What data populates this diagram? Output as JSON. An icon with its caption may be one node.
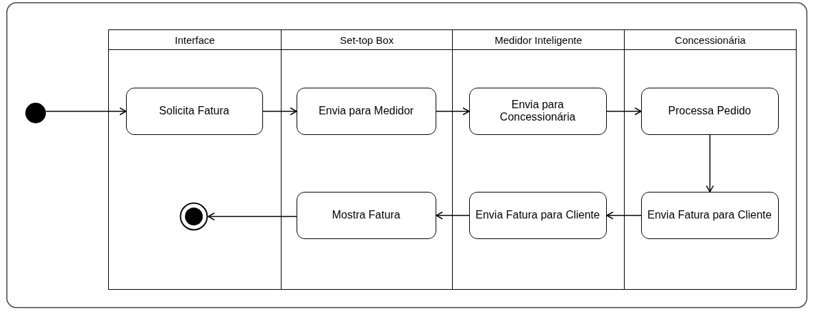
{
  "diagram": {
    "nodes": [
      {
        "text": [
          "Interface"
        ]
      },
      {
        "text": [
          "Set-top Box"
        ]
      },
      {
        "text": [
          "Medidor Inteligente"
        ]
      },
      {
        "text": [
          "Concessionária"
        ]
      },
      {
        "text": [],
        "shape": "circle"
      },
      {
        "text": [
          "Solicita Fatura"
        ],
        "in": 0
      },
      {
        "text": [
          "Envia para Medidor"
        ],
        "in": 1
      },
      {
        "text": [
          "Envia para Concessionária"
        ],
        "in": 2
      },
      {
        "text": [
          "Processa Pedido"
        ],
        "in": 3
      },
      {
        "text": [],
        "shape": "circle",
        "in": 0
      },
      {
        "text": [
          "Mostra Fatura"
        ],
        "in": 1
      },
      {
        "text": [
          "Envia Fatura para Cliente"
        ],
        "in": 2
      },
      {
        "text": [
          "Envia Fatura para Cliente"
        ],
        "in": 3
      }
    ],
    "edges": [
      {
        "from": 4,
        "to": 5,
        "arrow": "to"
      },
      {
        "from": 5,
        "to": 6,
        "arrow": "to"
      },
      {
        "from": 6,
        "to": 7,
        "arrow": "to"
      },
      {
        "from": 7,
        "to": 8,
        "arrow": "to"
      },
      {
        "from": 8,
        "to": 12,
        "arrow": "to"
      },
      {
        "from": 12,
        "to": 11,
        "arrow": "to"
      },
      {
        "from": 11,
        "to": 10,
        "arrow": "to"
      },
      {
        "from": 10,
        "to": 9,
        "arrow": "to"
      }
    ]
  }
}
